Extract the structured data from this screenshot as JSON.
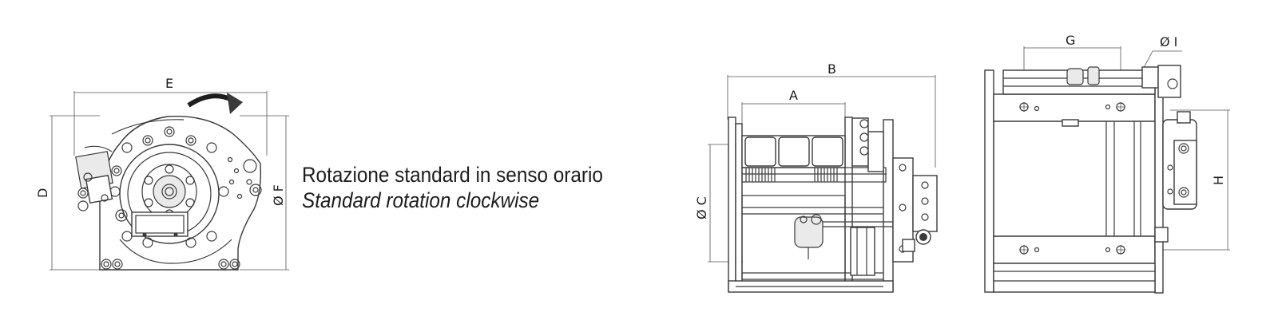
{
  "caption": {
    "line1": "Rotazione standard in senso orario",
    "line2": "Standard rotation clockwise"
  },
  "dimensions": {
    "A": "A",
    "B": "B",
    "C": "Ø C",
    "D": "D",
    "E": "E",
    "F": "Ø F",
    "G": "G",
    "H": "H",
    "I": "Ø I"
  }
}
